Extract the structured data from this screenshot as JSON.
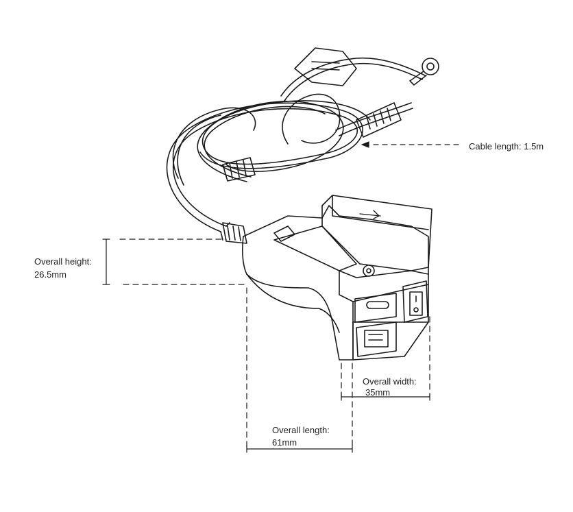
{
  "title": "USB charger dimensions diagram",
  "dimensions": {
    "cable": {
      "label": "Cable length: 1.5m"
    },
    "height": {
      "label": "Overall height:",
      "value": "26.5mm"
    },
    "width": {
      "label": "Overall width:",
      "value": "35mm"
    },
    "length": {
      "label": "Overall length:",
      "value": "61mm"
    }
  },
  "colors": {
    "line": "#1a1a1a",
    "text": "#222222"
  }
}
